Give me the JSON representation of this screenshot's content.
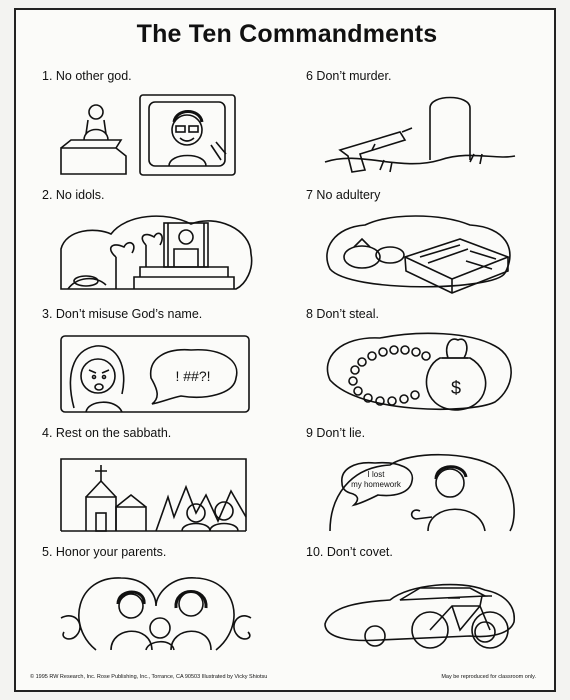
{
  "title": "The Ten Commandments",
  "commandments": [
    {
      "label": "1. No other god.",
      "icon": "tv-idol-icon"
    },
    {
      "label": "2. No idols.",
      "icon": "temple-icon"
    },
    {
      "label": "3. Don’t misuse God’s name.",
      "icon": "angry-woman-icon",
      "bubble": "! ##?!"
    },
    {
      "label": "4. Rest on the sabbath.",
      "icon": "church-icon"
    },
    {
      "label": "5. Honor your parents.",
      "icon": "family-icon"
    },
    {
      "label": "6  Don’t murder.",
      "icon": "gun-grave-icon"
    },
    {
      "label": "7  No adultery",
      "icon": "ring-book-icon"
    },
    {
      "label": "8  Don’t steal.",
      "icon": "pearls-moneybag-icon",
      "bag_symbol": "$"
    },
    {
      "label": "9  Don’t lie.",
      "icon": "boy-lie-icon",
      "bubble_line1": "I lost",
      "bubble_line2": "my homework"
    },
    {
      "label": "10.  Don’t covet.",
      "icon": "car-bike-icon"
    }
  ],
  "footer": {
    "left": "© 1995  RW Research, Inc.    Rose Publishing, Inc., Torrance, CA 90503   Illustrated by Vicky Shiotsu",
    "right": "May be reproduced for classroom only."
  }
}
